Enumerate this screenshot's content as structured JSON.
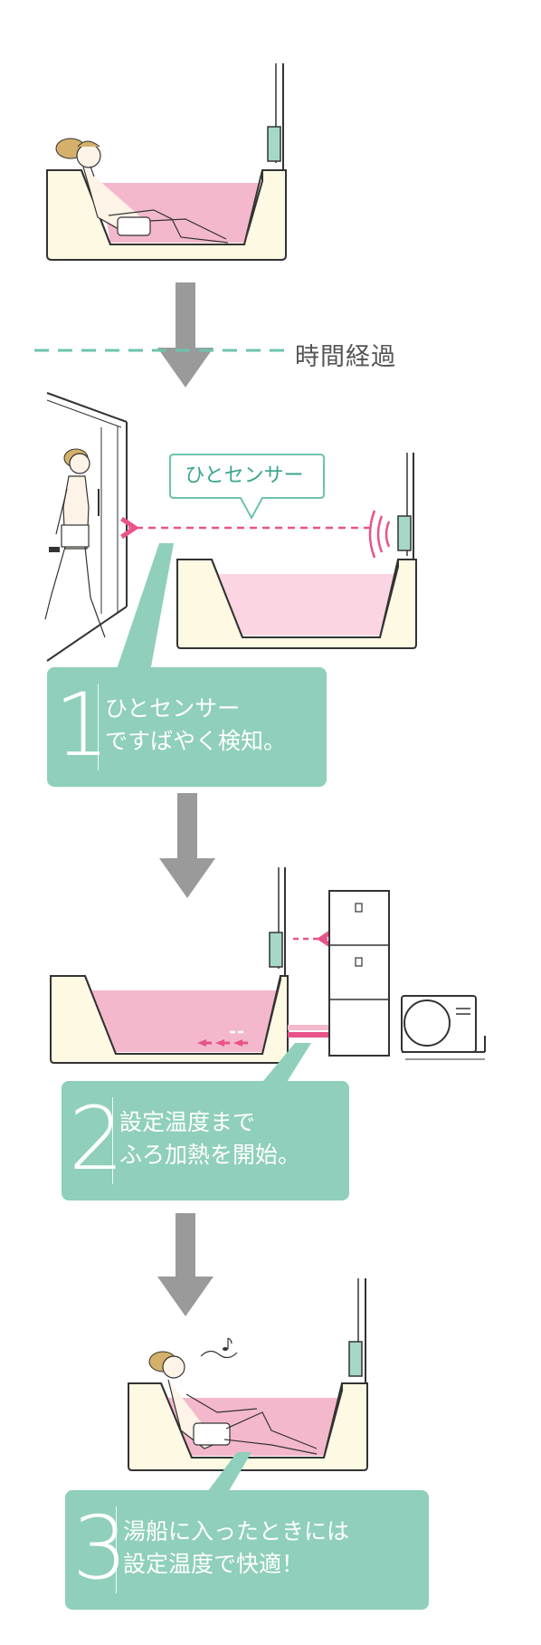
{
  "time_label": "時間経過",
  "sensor_bubble": "ひとセンサー",
  "steps": [
    {
      "number": "1",
      "line1": "ひとセンサー",
      "line2": "ですばやく検知。"
    },
    {
      "number": "2",
      "line1": "設定温度まで",
      "line2": "ふろ加熱を開始。"
    },
    {
      "number": "3",
      "line1": "湯船に入ったときには",
      "line2": "設定温度で快適！"
    }
  ],
  "colors": {
    "teal_box": "#8fcfbb",
    "teal_line": "#6cc3ad",
    "pink_water": "#f4b8cc",
    "pink_arrow": "#e8538a",
    "tub_body": "#fdf9e3",
    "arrow_gray": "#9a9a9a"
  }
}
